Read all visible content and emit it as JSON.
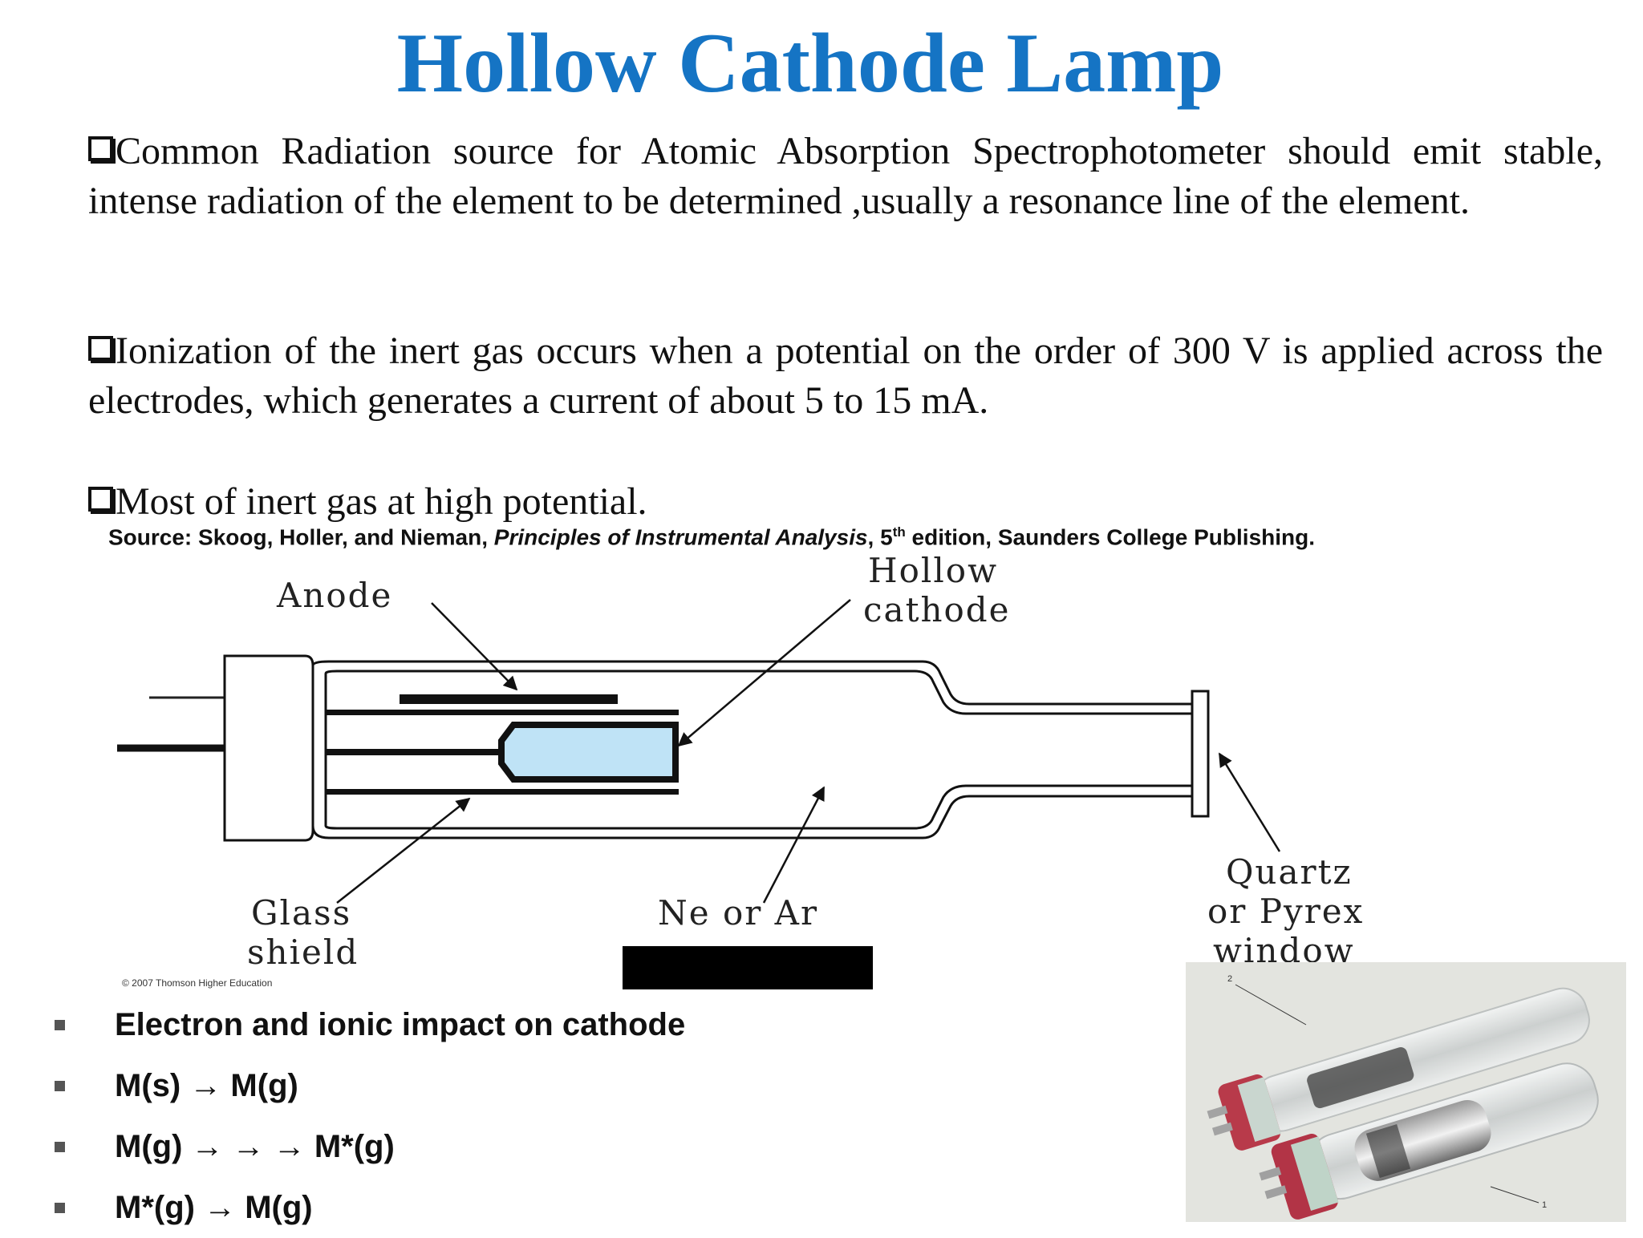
{
  "title": "Hollow Cathode Lamp",
  "paragraphs": [
    "Common Radiation source for Atomic Absorption Spectrophotometer should emit stable, intense radiation of the element to be determined ,usually a resonance line of the element.",
    "Ionization of the inert gas occurs when a potential on the order of 300 V is applied across the electrodes, which generates a current of about 5 to 15 mA.",
    "Most of inert gas at high potential."
  ],
  "source": {
    "prefix": "Source: Skoog, Holler, and Nieman, ",
    "book": "Principles of Instrumental Analysis",
    "edition_num": ", 5",
    "edition_sup": "th",
    "suffix": " edition, Saunders College Publishing."
  },
  "diagram": {
    "anode": "Anode",
    "hollow": "Hollow",
    "cathode": "cathode",
    "glass": "Glass",
    "shield": "shield",
    "gas": "Ne or Ar",
    "quartz": "Quartz",
    "pyrex": "or Pyrex",
    "window": "window",
    "copyright": "© 2007 Thomson Higher Education"
  },
  "bullets": [
    "Electron and ionic impact on cathode",
    "M(s) → M(g)",
    "M(g) → → → M*(g)",
    "M*(g) → M(g)"
  ],
  "photo": {
    "label_2": "2",
    "label_1": "1"
  },
  "colors": {
    "title": "#1574c4",
    "cathode_fill": "#bfe3f6"
  }
}
